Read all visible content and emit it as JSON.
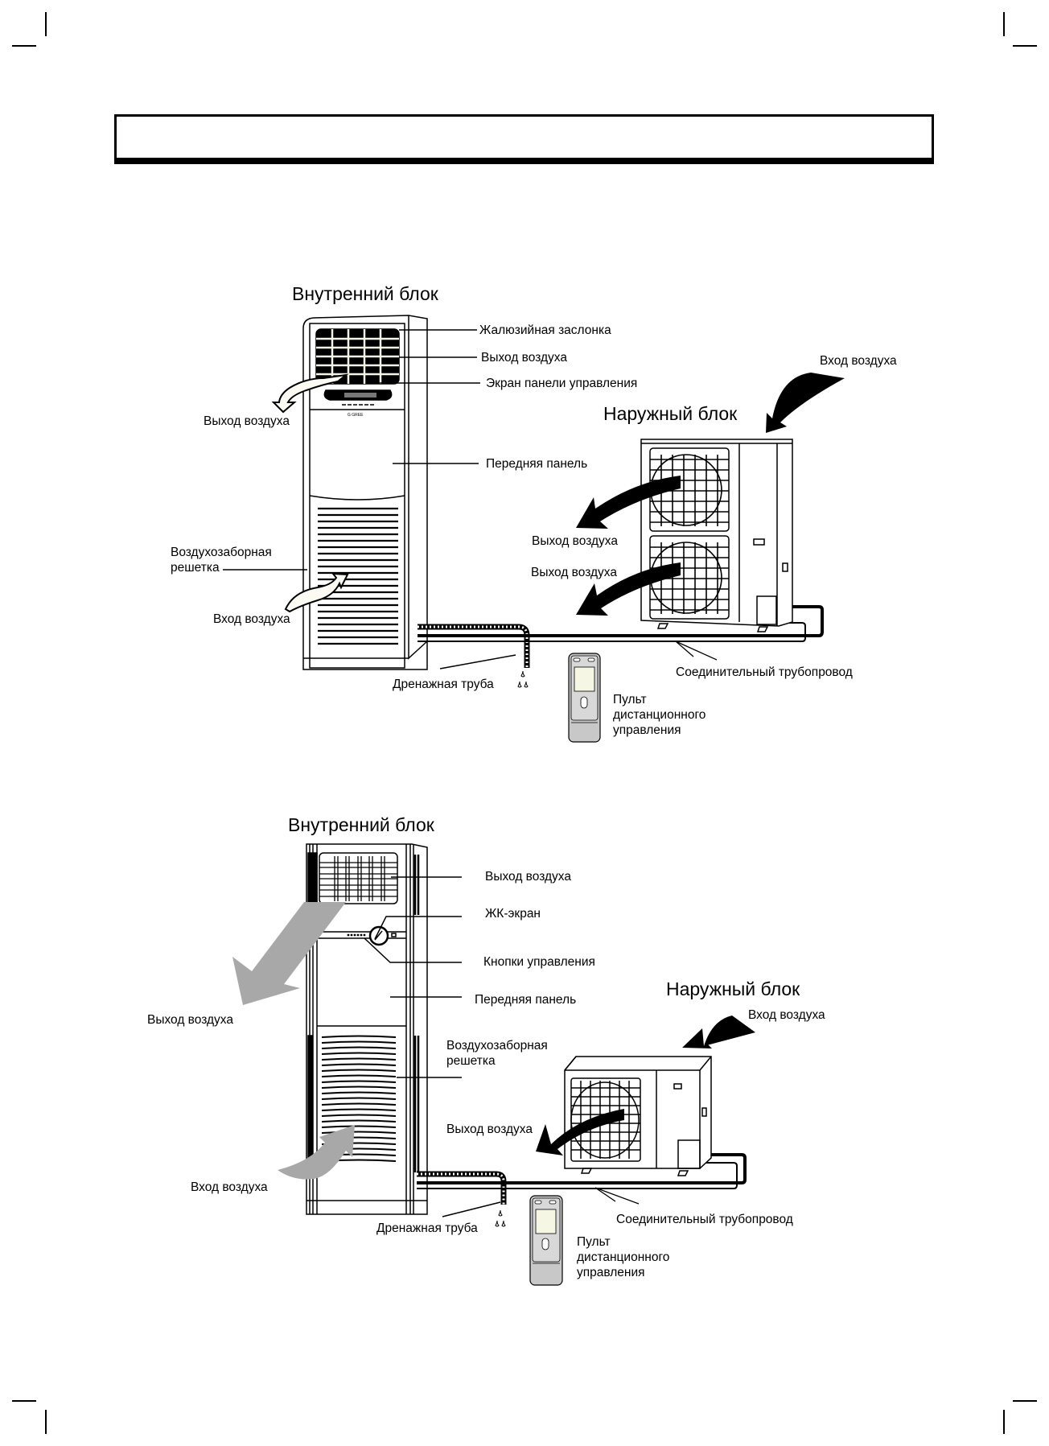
{
  "page": {
    "header_box_text": "",
    "colors": {
      "ink": "#000000",
      "paper": "#ffffff",
      "air_flow_white": "#fbfbf3",
      "air_flow_gray": "#a8a8a8",
      "remote_gray": "#c8c8c8"
    }
  },
  "diagram1": {
    "indoor_title": "Внутренний блок",
    "outdoor_title": "Наружный блок",
    "labels": {
      "louver": "Жалюзийная заслонка",
      "air_outlet_top": "Выход воздуха",
      "control_screen": "Экран панели управления",
      "air_outlet_left": "Выход воздуха",
      "front_panel": "Передняя панель",
      "intake_grille_line1": "Воздухозаборная",
      "intake_grille_line2": "решетка",
      "air_inlet_indoor": "Вход воздуха",
      "drain_pipe": "Дренажная труба",
      "air_inlet_outdoor": "Вход воздуха",
      "air_outlet_outdoor_1": "Выход воздуха",
      "air_outlet_outdoor_2": "Выход воздуха",
      "connecting_pipe": "Соединительный трубопровод",
      "remote_line1": "Пульт",
      "remote_line2": "дистанционного",
      "remote_line3": "управления"
    }
  },
  "diagram2": {
    "indoor_title": "Внутренний блок",
    "outdoor_title": "Наружный блок",
    "labels": {
      "air_outlet_top": "Выход воздуха",
      "lcd_screen": "ЖК-экран",
      "control_buttons": "Кнопки управления",
      "front_panel": "Передняя панель",
      "air_outlet_left": "Выход воздуха",
      "intake_grille_line1": "Воздухозаборная",
      "intake_grille_line2": "решетка",
      "air_outlet_outdoor": "Выход воздуха",
      "air_inlet_indoor": "Вход воздуха",
      "air_inlet_outdoor": "Вход воздуха",
      "drain_pipe": "Дренажная труба",
      "connecting_pipe": "Соединительный трубопровод",
      "remote_line1": "Пульт",
      "remote_line2": "дистанционного",
      "remote_line3": "управления"
    }
  }
}
